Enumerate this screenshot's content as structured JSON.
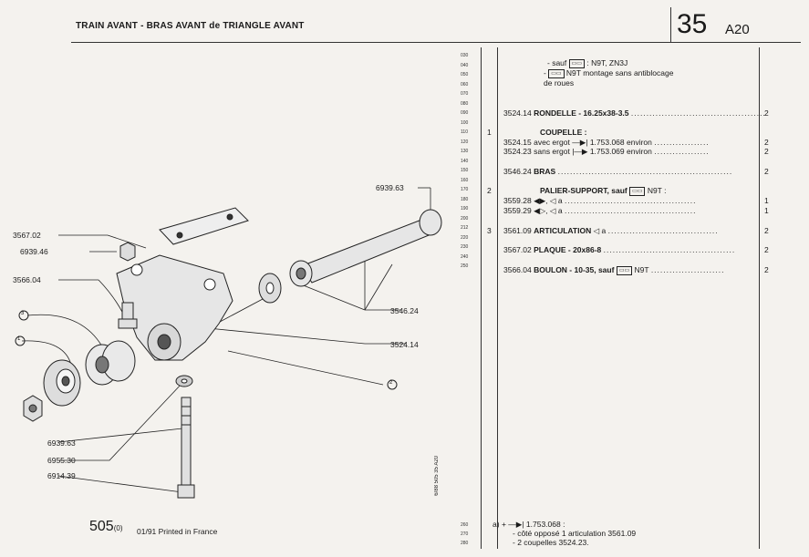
{
  "header": {
    "title": "TRAIN AVANT - BRAS AVANT de TRIANGLE AVANT",
    "page_number": "35",
    "section_code": "A20"
  },
  "callouts": {
    "c_356702": "3567.02",
    "c_693946": "6939.46",
    "c_356604": "3566.04",
    "c_693963_top": "6939.63",
    "c_354624": "3546.24",
    "c_352414": "3524.14",
    "c_circ3": "3",
    "c_circ1": "1",
    "c_circ2": "2",
    "c_693963_bot": "6939.63",
    "c_695530": "6955.30",
    "c_691439": "6914.39"
  },
  "line_codes": [
    "030",
    "040",
    "050",
    "060",
    "070",
    "080",
    "090",
    "100",
    "110",
    "120",
    "130",
    "140",
    "150",
    "160",
    "170",
    "180",
    "190",
    "200",
    "212",
    "220",
    "230",
    "240",
    "250"
  ],
  "parts": {
    "note_top_1": "- sauf",
    "note_top_1b": ": N9T, ZN3J",
    "note_top_2": "N9T montage sans antiblocage",
    "note_top_3": "de roues",
    "r1_ref": "3524.14",
    "r1_desc": "RONDELLE - 16.25x38-3.5",
    "r1_qty": "2",
    "g1": "1",
    "r2_desc": "COUPELLE :",
    "r3_ref": "3524.15",
    "r3_desc": "avec ergot",
    "r3_tail": "1.753.068 environ",
    "r3_qty": "2",
    "r4_ref": "3524.23",
    "r4_desc": "sans ergot",
    "r4_tail": "1.753.069 environ",
    "r4_qty": "2",
    "r5_ref": "3546.24",
    "r5_desc": "BRAS",
    "r5_qty": "2",
    "g2": "2",
    "r6_desc": "PALIER-SUPPORT, sauf",
    "r6_tail": "N9T :",
    "r7_ref": "3559.28",
    "r7_tail": "a",
    "r7_qty": "1",
    "r8_ref": "3559.29",
    "r8_tail": "a",
    "r8_qty": "1",
    "g3": "3",
    "r9_ref": "3561.09",
    "r9_desc": "ARTICULATION",
    "r9_tail": "a",
    "r9_qty": "2",
    "r10_ref": "3567.02",
    "r10_desc": "PLAQUE - 20x86-8",
    "r10_qty": "2",
    "r11_ref": "3566.04",
    "r11_desc": "BOULON - 10-35, sauf",
    "r11_tail": "N9T",
    "r11_qty": "2"
  },
  "footnote": {
    "label": "a)",
    "line1": "1.753.068 :",
    "line2": "- côté opposé 1 articulation 3561.09",
    "line3": "- 2 coupelles 3524.23."
  },
  "bottom_codes": [
    "260",
    "270",
    "280"
  ],
  "side_code": "6/88  505  35 A20",
  "footer": {
    "page_ref": "505",
    "page_ref_suffix": "(0)",
    "printed": "01/91 Printed in France"
  }
}
